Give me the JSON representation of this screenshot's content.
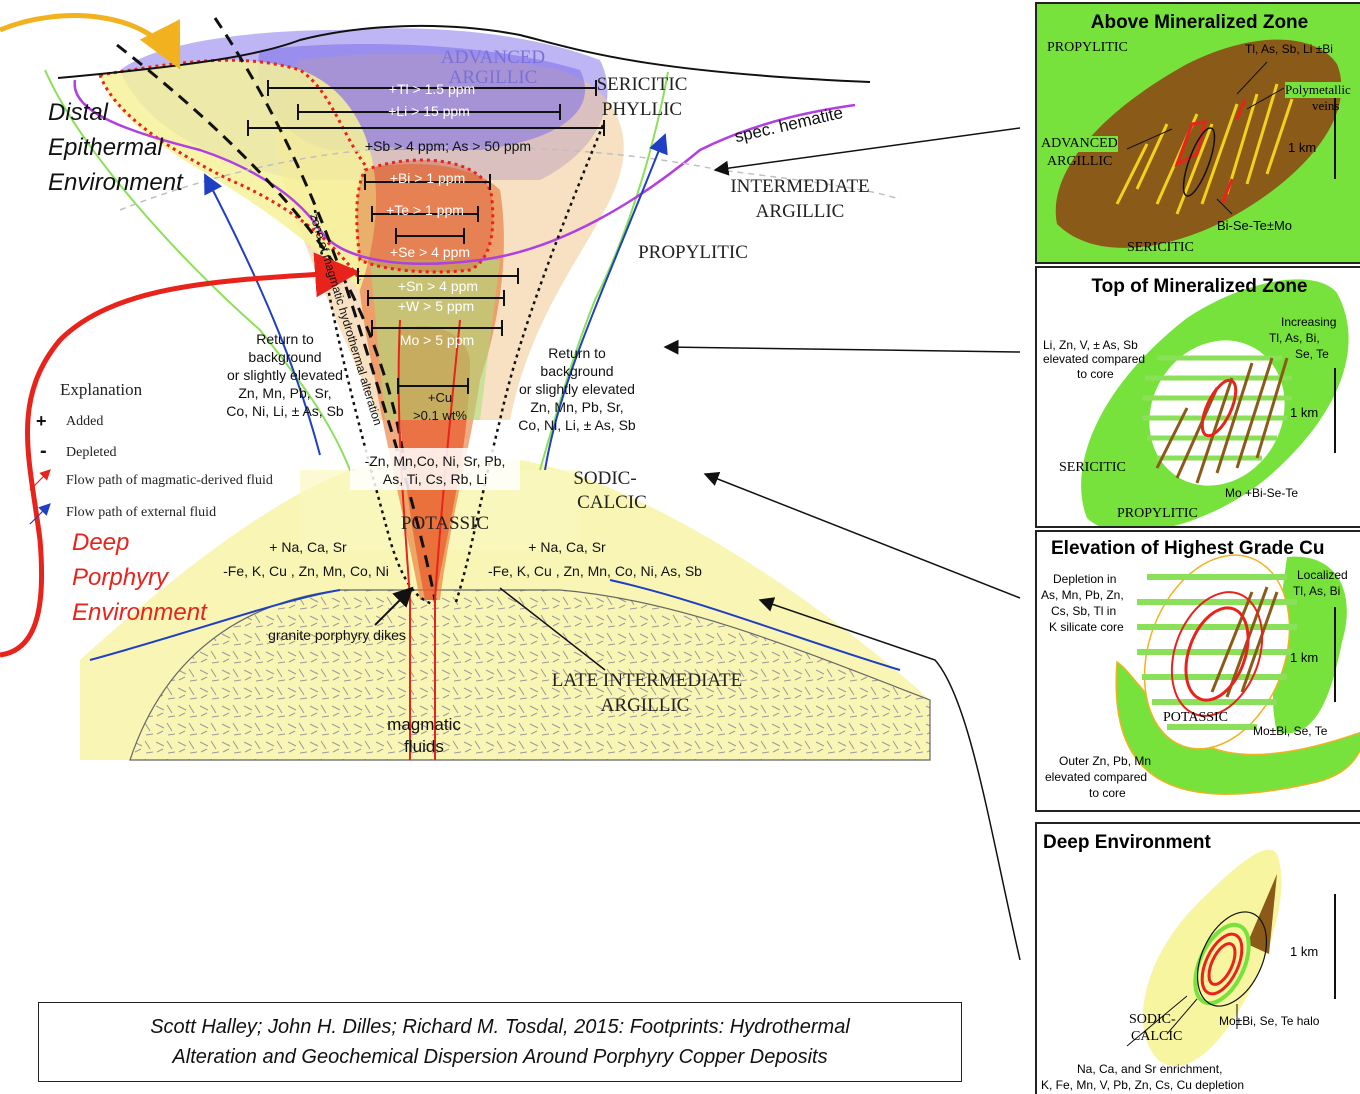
{
  "main": {
    "distal_label": [
      "Distal",
      "Epithermal",
      "Environment"
    ],
    "deep_label": [
      "Deep",
      "Porphyry",
      "Environment"
    ],
    "zones": {
      "advanced_argillic": [
        "ADVANCED",
        "ARGILLIC"
      ],
      "sericitic_phyllic": [
        "SERICITIC",
        "PHYLLIC"
      ],
      "spec_hematite": "spec. hematite",
      "intermediate_argillic": [
        "INTERMEDIATE",
        "ARGILLIC"
      ],
      "propylitic": "PROPYLITIC",
      "sodic_calcic": [
        "SODIC-",
        "CALCIC"
      ],
      "potassic": "POTASSIC",
      "late_intermediate_argillic": [
        "LATE INTERMEDIATE",
        "ARGILLIC"
      ],
      "magmatic_fluids": [
        "magmatic",
        "fluids"
      ],
      "granite_dikes": "granite porphyry dikes",
      "zone_of_alteration": "zone of magmatic hydrothermal alteration"
    },
    "thresholds": [
      "+Tl > 1.5 ppm",
      "+Li > 15 ppm",
      "+Sb > 4 ppm; As > 50 ppm",
      "+Bi > 1 ppm",
      "+Te > 1 ppm",
      "+Se > 4 ppm",
      "+Sn > 4 ppm",
      "+W > 5 ppm",
      "Mo > 5 ppm"
    ],
    "cu_label": [
      "+Cu",
      ">0.1 wt%"
    ],
    "return_left": [
      "Return to",
      "background",
      "or slightly elevated",
      "Zn, Mn, Pb, Sr,",
      "Co, Ni, Li, ± As, Sb"
    ],
    "return_right": [
      "Return to",
      "background",
      "or slightly elevated",
      "Zn, Mn, Pb, Sr,",
      "Co, Ni, Li, ± As, Sb"
    ],
    "depleted_center": [
      "-Zn, Mn,Co, Ni, Sr, Pb,",
      "As, Ti, Cs, Rb, Li"
    ],
    "potassic_left": [
      "+ Na, Ca, Sr",
      "-Fe, K, Cu , Zn, Mn, Co, Ni"
    ],
    "potassic_right": [
      "+ Na, Ca, Sr",
      "-Fe, K, Cu , Zn, Mn, Co, Ni, As, Sb"
    ]
  },
  "legend": {
    "title": "Explanation",
    "added_symbol": "+",
    "added": "Added",
    "depleted_symbol": "-",
    "depleted": "Depleted",
    "magmatic_flow": "Flow path of magmatic-derived fluid",
    "external_flow": "Flow path of external fluid"
  },
  "panels": {
    "above": {
      "title": "Above Mineralized Zone",
      "labels": [
        "PROPYLITIC",
        "Tl, As, Sb, Li ±Bi",
        "Polymetallic",
        "veins",
        "ADVANCED",
        "ARGILLIC",
        "1 km",
        "Bi-Se-Te±Mo",
        "SERICITIC"
      ]
    },
    "top": {
      "title": "Top of Mineralized Zone",
      "labels": [
        "Li, Zn, V, ± As, Sb",
        "elevated compared",
        "to core",
        "Increasing",
        "Tl, As, Bi,",
        "Se, Te",
        "1 km",
        "SERICITIC",
        "Mo +Bi-Se-Te",
        "PROPYLITIC"
      ]
    },
    "elevation": {
      "title": "Elevation of Highest Grade Cu",
      "labels": [
        "Depletion in",
        "As, Mn, Pb, Zn,",
        "Cs, Sb, Tl in",
        "K silicate core",
        "Localized",
        "Tl, As, Bi",
        "1 km",
        "POTASSIC",
        "Mo±Bi, Se, Te",
        "Outer Zn, Pb, Mn",
        "elevated compared",
        "to core"
      ]
    },
    "deep": {
      "title": "Deep Environment",
      "labels": [
        "1 km",
        "SODIC-",
        "CALCIC",
        "Mo±Bi, Se, Te halo",
        "Na, Ca, and Sr enrichment,",
        "K, Fe, Mn, V, Pb, Zn, Cs, Cu depletion"
      ]
    }
  },
  "citation": [
    "Scott Halley; John H. Dilles; Richard M. Tosdal, 2015: Footprints: Hydrothermal",
    "Alteration and Geochemical Dispersion Around Porphyry Copper Deposits"
  ],
  "colors": {
    "green": "#77e23c",
    "brown": "#8a5a18",
    "red": "#e8231c",
    "blue": "#1f3fc4",
    "purple": "#b040e0",
    "yellow": "#f7f28e"
  }
}
